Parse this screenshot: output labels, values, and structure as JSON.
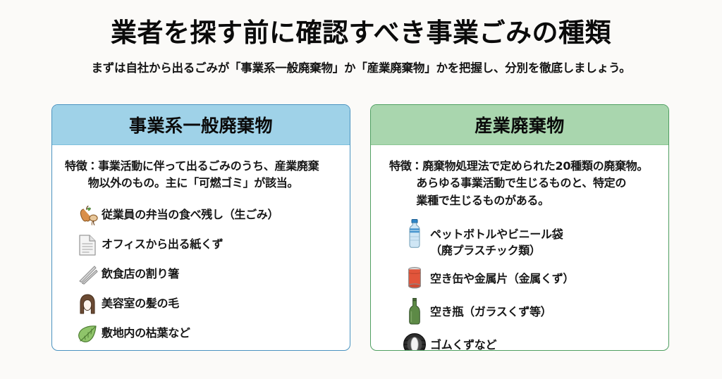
{
  "header": {
    "title": "業者を探す前に確認すべき事業ごみの種類",
    "subtitle": "まずは自社から出るごみが「事業系一般廃棄物」か「産業廃棄物」かを把握し、分別を徹底しましょう。"
  },
  "colors": {
    "background": "#fbfaf8",
    "left_card_header_bg": "#9fd2e8",
    "left_card_border": "#4a93c0",
    "right_card_header_bg": "#a9d6ae",
    "right_card_border": "#4f9f61",
    "text": "#171717"
  },
  "cards": {
    "left": {
      "title": "事業系一般廃棄物",
      "feature_lead": "特徴：事業活動に伴って出るごみのうち、産業廃棄",
      "feature_cont": "物以外のもの。主に「可燃ゴミ」が該当。",
      "items": [
        {
          "icon": "apple-core-icon",
          "label": "従業員の弁当の食べ残し（生ごみ）"
        },
        {
          "icon": "paper-document-icon",
          "label": "オフィスから出る紙くず"
        },
        {
          "icon": "chopsticks-icon",
          "label": "飲食店の割り箸"
        },
        {
          "icon": "woman-hair-icon",
          "label": "美容室の髪の毛"
        },
        {
          "icon": "leaf-icon",
          "label": "敷地内の枯葉など"
        }
      ]
    },
    "right": {
      "title": "産業廃棄物",
      "feature_lead": "特徴：廃棄物処理法で定められた20種類の廃棄物。",
      "feature_cont": "あらゆる事業活動で生じるものと、特定の\n業種で生じるものがある。",
      "items": [
        {
          "icon": "plastic-bottle-icon",
          "label": "ペットボトルやビニール袋\n（廃プラスチック類）"
        },
        {
          "icon": "aluminum-can-icon",
          "label": "空き缶や金属片（金属くず）"
        },
        {
          "icon": "glass-bottle-icon",
          "label": "空き瓶（ガラスくず等）"
        },
        {
          "icon": "tire-icon",
          "label": "ゴムくずなど"
        }
      ]
    }
  }
}
